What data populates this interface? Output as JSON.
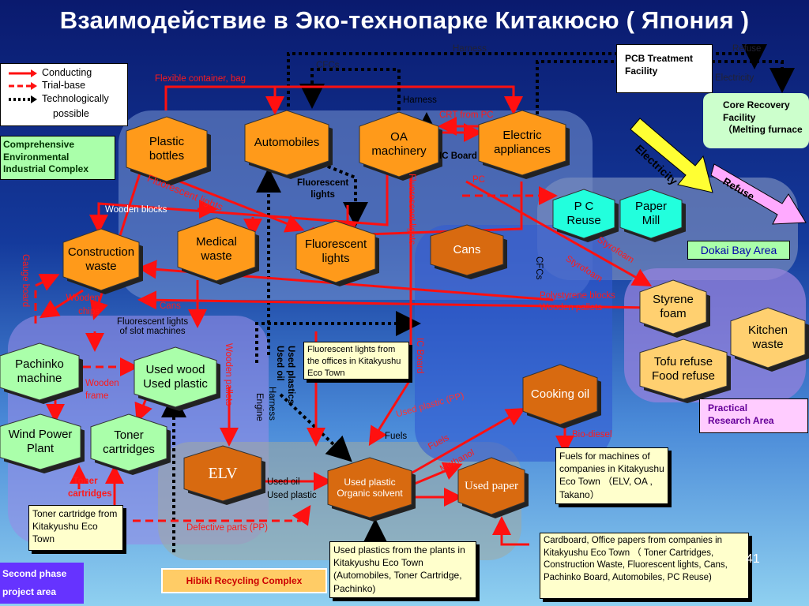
{
  "title": "Взаимодействие в Эко-технопарке Китакюсю ( Япония )",
  "legend": {
    "conducting": "Conducting",
    "trial_base": "Trial-base",
    "tech_possible_1": "Technologically",
    "tech_possible_2": "possible"
  },
  "areas": {
    "comprehensive_1": "Comprehensive",
    "comprehensive_2": "Environmental",
    "comprehensive_3": "Industrial Complex",
    "dokai_bay": "Dokai Bay Area",
    "practical_1": "Practical",
    "practical_2": "Research Area",
    "second_phase_1": "Second phase",
    "second_phase_2": "project area",
    "hibiki": "Hibiki Recycling Complex"
  },
  "facilities": {
    "pcb_1": "PCB Treatment",
    "pcb_2": "Facility",
    "core_1": "Core Recovery",
    "core_2": "Facility",
    "core_3": "（Melting furnace"
  },
  "arrows_big": {
    "electricity": "Electricity",
    "refuse": "Refuse"
  },
  "nodes": {
    "plastic_bottles": "Plastic bottles",
    "automobiles": "Automobiles",
    "oa_machinery": "OA machinery",
    "electric_appliances": "Electric appliances",
    "pc_reuse": "P C Reuse",
    "paper_mill": "Paper Mill",
    "construction_waste": "Construction waste",
    "medical_waste": "Medical waste",
    "fluorescent_lights": "Fluorescent lights",
    "cans": "Cans",
    "styrene_foam": "Styrene foam",
    "kitchen_waste": "Kitchen waste",
    "tofu_refuse": "Tofu refuse Food refuse",
    "pachinko": "Pachinko machine",
    "used_wood": "Used wood Used plastic",
    "cooking_oil": "Cooking oil",
    "wind_power": "Wind Power Plant",
    "toner_cartridges": "Toner cartridges",
    "elv": "ELV",
    "used_plastic_solvent": "Used plastic Organic solvent",
    "used_paper": "Used paper"
  },
  "flows": {
    "harness_top": "Harness",
    "cfcs_top": "CFCs",
    "flexible_container": "Flexible container, bag",
    "harness_mid": "Harness",
    "crt_from_pc": "CRT from PC",
    "ic_board": "IC Board",
    "refuse_top": "Refuse",
    "electricity_top": "Electricity",
    "fluorescent_lights_left": "Fluorescent lights",
    "fluorescent_lights_center_1": "Fluorescent",
    "fluorescent_lights_center_2": "lights",
    "fluorescent_lights_vertical": "Fluorescent lights",
    "pc": "PC",
    "wooden_blocks": "Wooden blocks",
    "gauge_board": "Gauge board",
    "wooden_chips": "Wooden chips",
    "cans_flow": "Cans",
    "fluorescent_slot_1": "Fluorescent lights",
    "fluorescent_slot_2": "of slot machines",
    "cfcs_vertical": "CFCs",
    "styrofoam_1": "Styrofoam",
    "styrofoam_2": "Styrofoam",
    "polystyrene": "Polystyrene blocks",
    "wooden_pallets_right": "Wooden pallets",
    "wooden_pallets_vertical": "Wooden pallets",
    "used_plastics_vertical": "Used plastics",
    "used_oil_vertical": "Used oil",
    "harness_vertical": "Harness",
    "engine_vertical": "Engine",
    "ic_board_vertical": "IC Board",
    "wooden_frame": "Wooden frame",
    "used_plastic_pp": "Used plastic (PP)",
    "fuels_1": "Fuels",
    "fuels_2": "Fuels",
    "methanol": "Methanol",
    "bio_diesel": "Bio-diesel",
    "toner_cartridges_flow": "Toner cartridges",
    "used_oil": "Used oil",
    "used_plastic": "Used plastic",
    "defective_parts": "Defective parts (PP)"
  },
  "notes": {
    "fluorescent_offices": "Fluorescent lights from the offices in Kitakyushu Eco Town",
    "fuels_machines": "Fuels for machines of companies in Kitakyushu Eco Town （ELV, OA , Takano）",
    "toner_from": "Toner cartridge from Kitakyushu Eco Town",
    "used_plastics_plants": "Used plastics from the plants in Kitakyushu Eco Town (Automobiles, Toner Cartridge, Pachinko)",
    "cardboard": "Cardboard, Office papers from companies in Kitakyushu Eco Town （ Toner Cartridges, Construction Waste, Fluorescent lights, Cans, Pachinko Board, Automobiles, PC Reuse)"
  },
  "page_number": "41",
  "colors": {
    "orange": "#ff9a1a",
    "dark_orange": "#d86a10",
    "green": "#aaffaa",
    "cyan": "#22ffdd",
    "yellow_hex": "#ffd070",
    "arrow_red": "#ff1010"
  }
}
